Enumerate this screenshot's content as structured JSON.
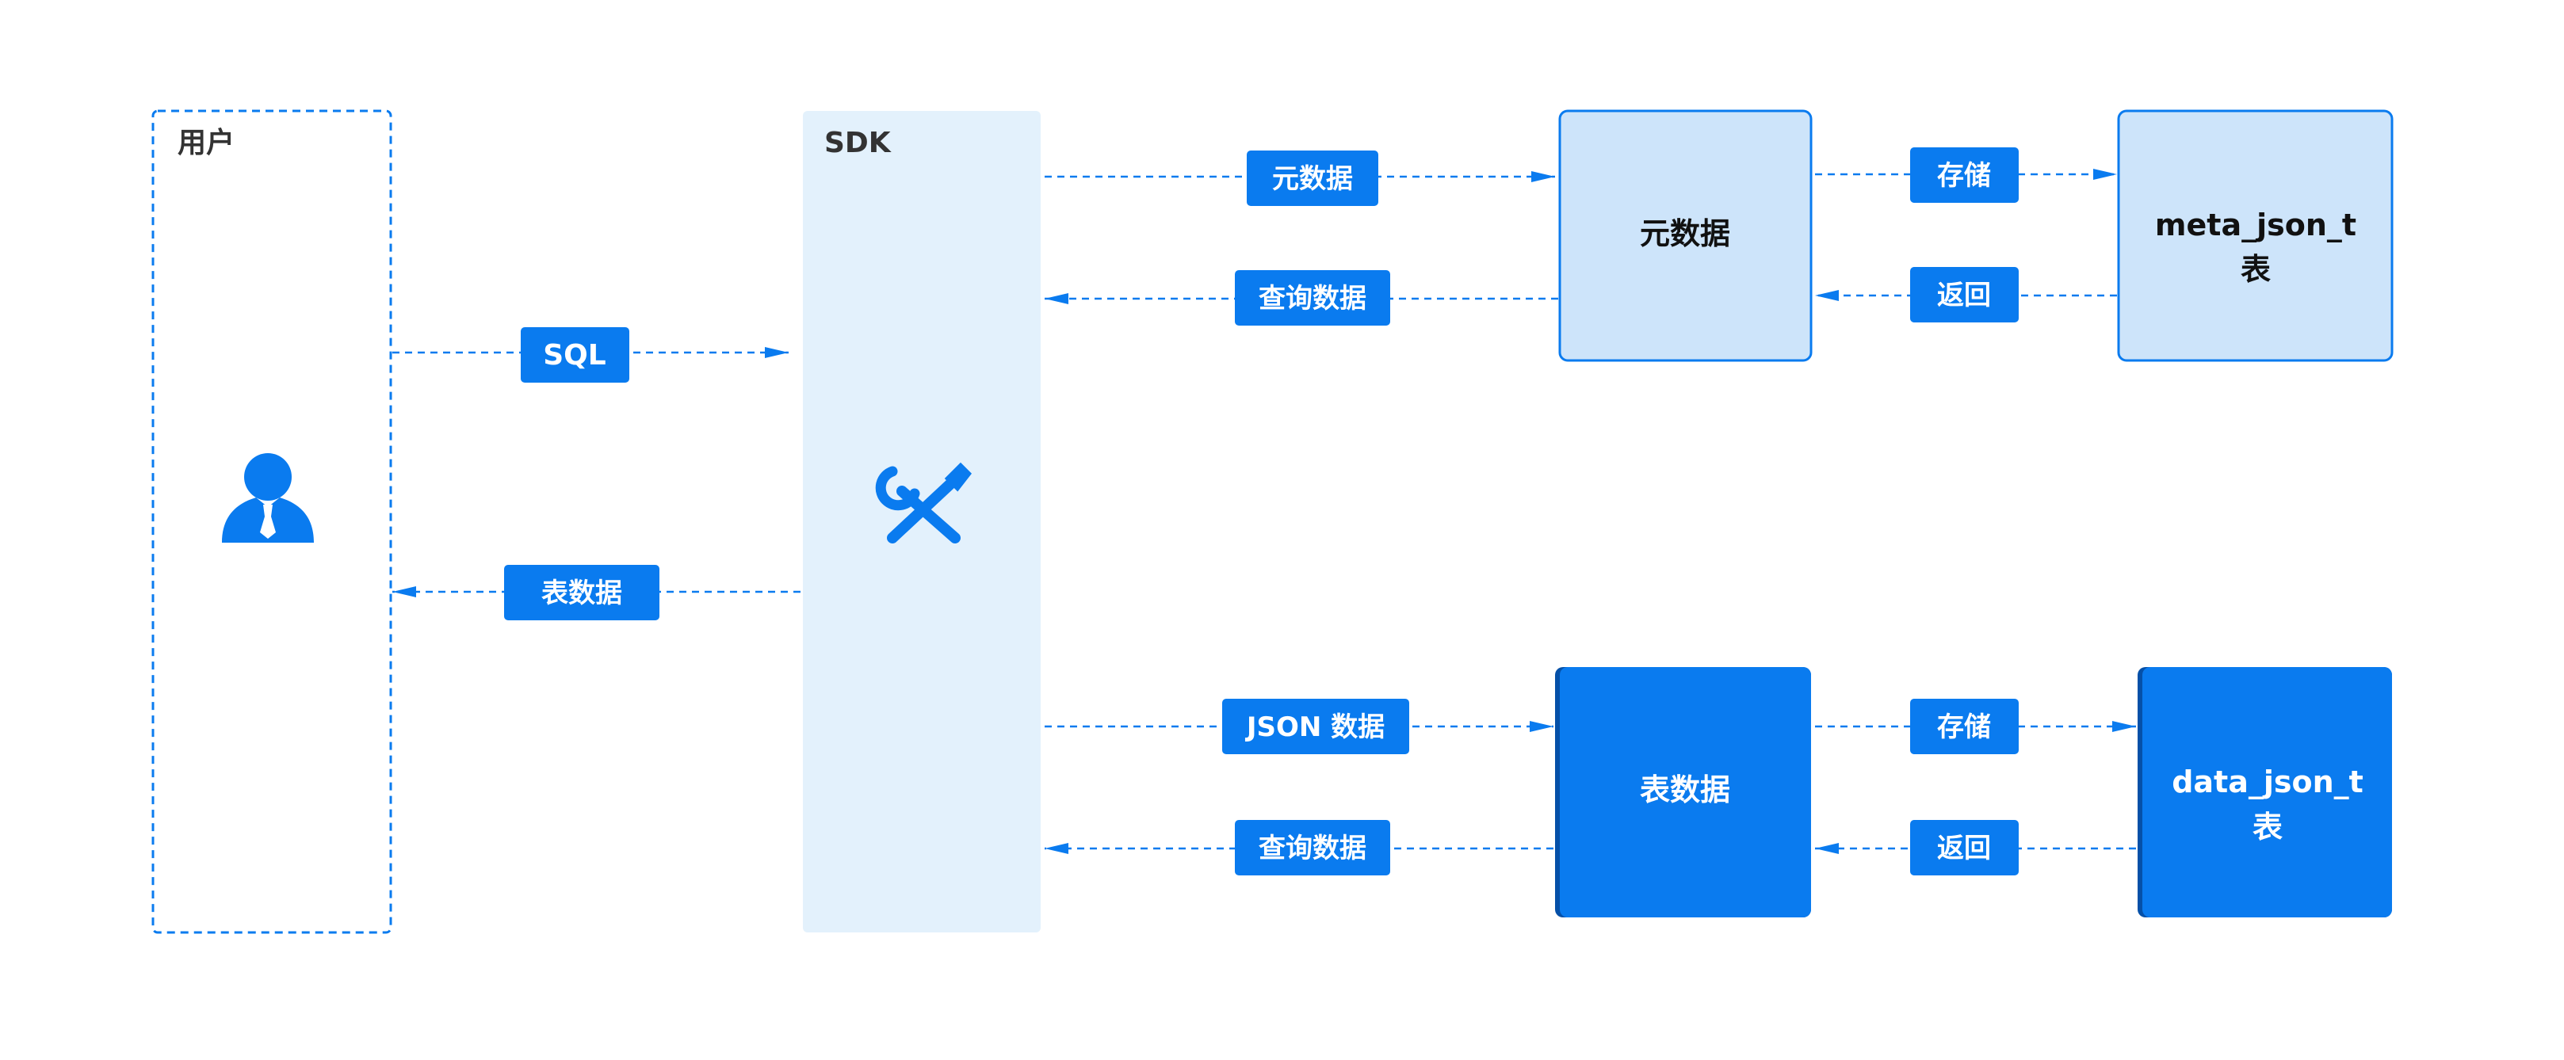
{
  "user_box": {
    "title": "用户"
  },
  "sdk_box": {
    "title": "SDK"
  },
  "edges": {
    "sql": "SQL",
    "table_data_return": "表数据",
    "meta_out": "元数据",
    "meta_query": "查询数据",
    "json_out": "JSON 数据",
    "json_query": "查询数据",
    "meta_store": "存储",
    "meta_return": "返回",
    "data_store": "存储",
    "data_return": "返回"
  },
  "nodes": {
    "meta_node": "元数据",
    "meta_table_line1": "meta_json_t",
    "meta_table_line2": "表",
    "data_node": "表数据",
    "data_table_line1": "data_json_t",
    "data_table_line2": "表"
  },
  "colors": {
    "accent": "#0A7BEF",
    "light_fill": "#CDE4FA",
    "sdk_fill": "#E3F1FC",
    "dark_edge": "#0550A8"
  },
  "icons": {
    "user": "user-icon",
    "tools": "tools-icon"
  }
}
